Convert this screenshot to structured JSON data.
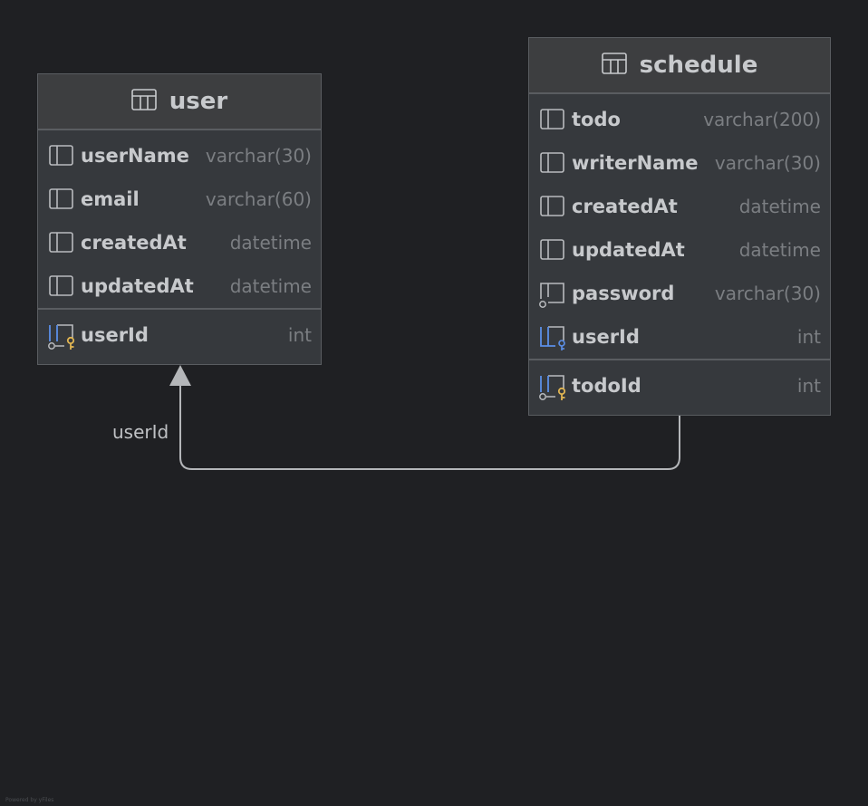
{
  "entities": {
    "user": {
      "name": "user",
      "columns": [
        {
          "name": "userName",
          "type": "varchar(30)",
          "icon": "column-icon"
        },
        {
          "name": "email",
          "type": "varchar(60)",
          "icon": "column-icon"
        },
        {
          "name": "createdAt",
          "type": "datetime",
          "icon": "column-icon"
        },
        {
          "name": "updatedAt",
          "type": "datetime",
          "icon": "column-icon"
        }
      ],
      "keys": [
        {
          "name": "userId",
          "type": "int",
          "icon": "primary-key-icon"
        }
      ]
    },
    "schedule": {
      "name": "schedule",
      "columns": [
        {
          "name": "todo",
          "type": "varchar(200)",
          "icon": "column-icon"
        },
        {
          "name": "writerName",
          "type": "varchar(30)",
          "icon": "column-icon"
        },
        {
          "name": "createdAt",
          "type": "datetime",
          "icon": "column-icon"
        },
        {
          "name": "updatedAt",
          "type": "datetime",
          "icon": "column-icon"
        },
        {
          "name": "password",
          "type": "varchar(30)",
          "icon": "column-not-null-icon"
        },
        {
          "name": "userId",
          "type": "int",
          "icon": "foreign-key-icon"
        }
      ],
      "keys": [
        {
          "name": "todoId",
          "type": "int",
          "icon": "primary-key-icon"
        }
      ]
    }
  },
  "relation": {
    "label": "userId",
    "from": "schedule",
    "to": "user"
  },
  "footer": "Powered by yFiles",
  "colors": {
    "background": "#1f2023",
    "entity_body": "#36393d",
    "entity_header": "#3d3e40",
    "border": "#5a5d61",
    "key_gold": "#e0b552",
    "fk_blue": "#5b8fe8"
  }
}
